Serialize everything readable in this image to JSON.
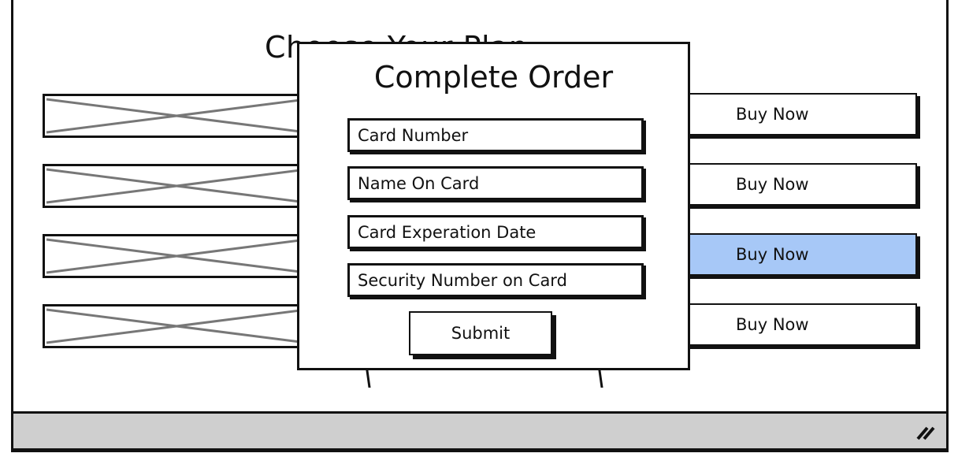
{
  "page": {
    "title": "Choose Your Plan"
  },
  "plans": [
    {
      "buy_label": "Buy Now",
      "selected": false
    },
    {
      "buy_label": "Buy Now",
      "selected": false
    },
    {
      "buy_label": "Buy Now",
      "selected": true
    },
    {
      "buy_label": "Buy Now",
      "selected": false
    }
  ],
  "modal": {
    "title": "Complete Order",
    "fields": [
      {
        "placeholder": "Card Number"
      },
      {
        "placeholder": "Name On Card"
      },
      {
        "placeholder": "Card Experation Date"
      },
      {
        "placeholder": "Security Number on Card"
      }
    ],
    "submit_label": "Submit"
  },
  "colors": {
    "selected_button": "#a7c8f7",
    "statusbar": "#cfcfcf",
    "outline": "#111111"
  },
  "icons": {
    "image_placeholder": "image-placeholder-icon",
    "resize_grip": "resize-grip-icon"
  }
}
